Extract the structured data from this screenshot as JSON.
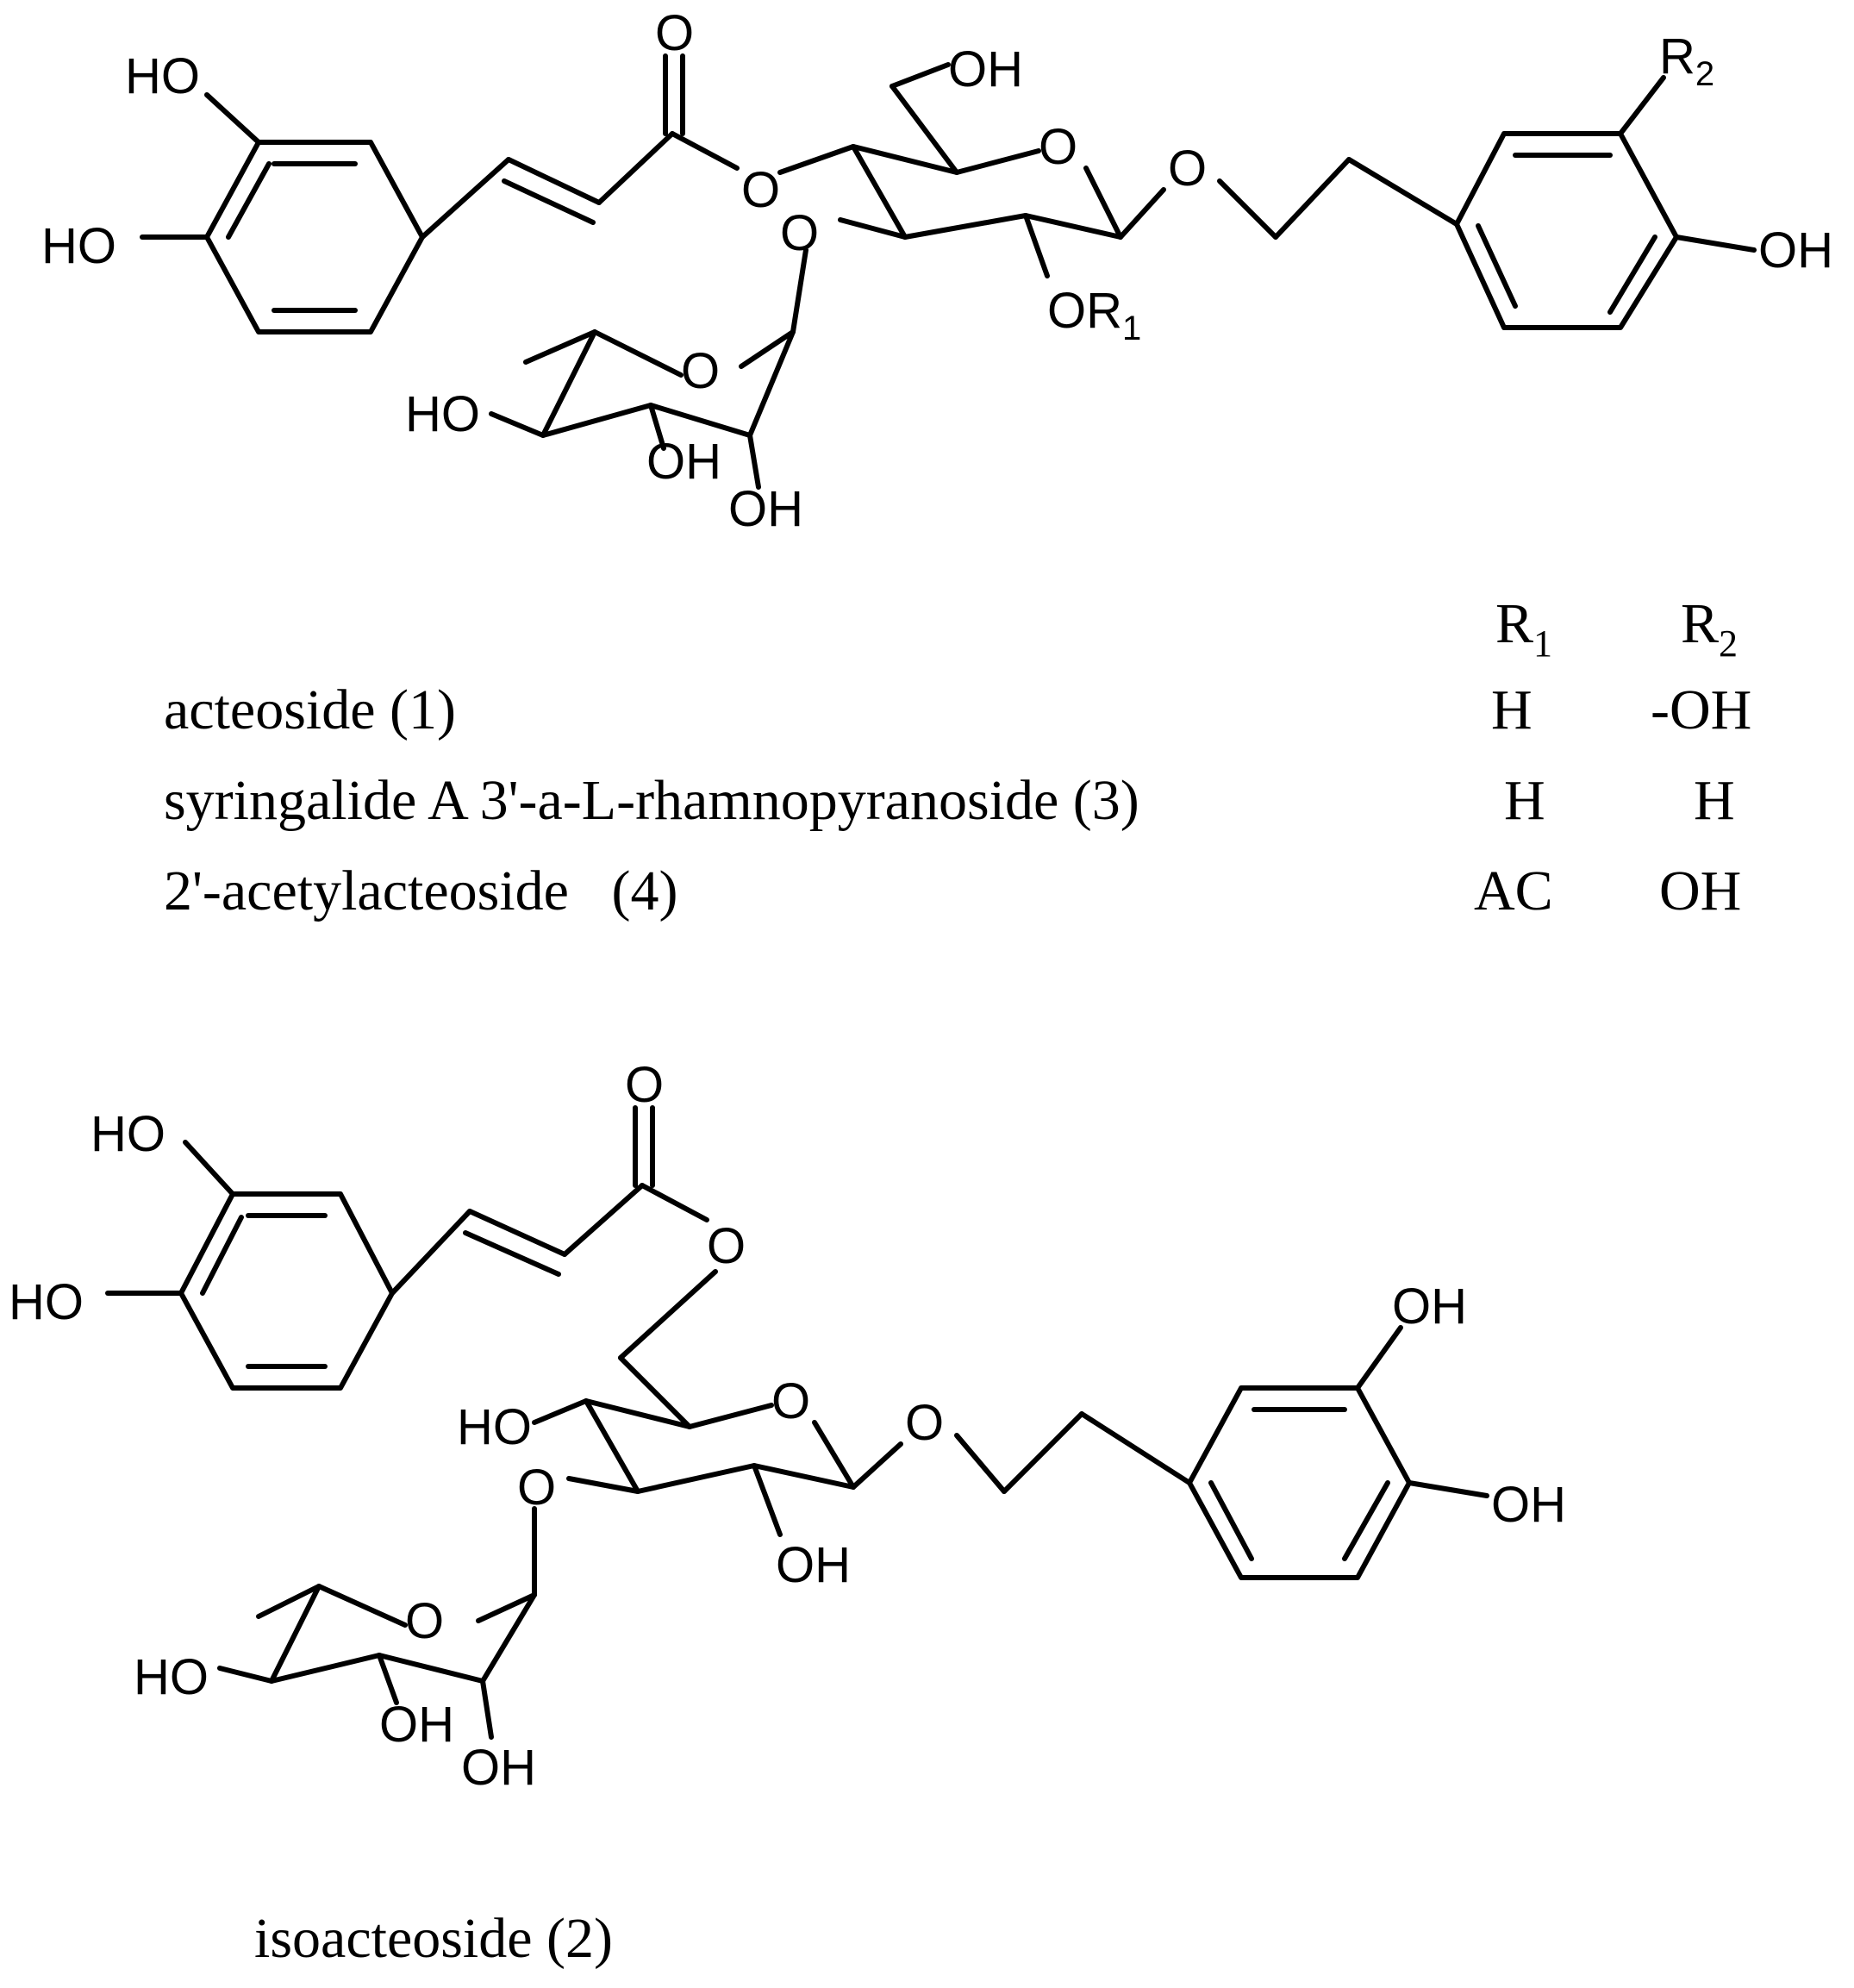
{
  "labels": {
    "oh": "OH",
    "ho": "HO",
    "o": "O",
    "or1_base": "OR",
    "r_base": "R",
    "sub1": "1",
    "sub2": "2"
  },
  "table": {
    "headers": [
      {
        "base": "R",
        "sub": "1"
      },
      {
        "base": "R",
        "sub": "2"
      }
    ],
    "rows": [
      {
        "name": "acteoside (1)",
        "r1": "H",
        "r2": "-OH"
      },
      {
        "name": "syringalide A 3'-a-L-rhamnopyranoside (3)",
        "r1": "H",
        "r2": "H"
      },
      {
        "name": "2'-acetylacteoside   (4)",
        "r1": "AC",
        "r2": "OH"
      }
    ]
  },
  "compound2": {
    "name": "isoacteoside (2)"
  }
}
